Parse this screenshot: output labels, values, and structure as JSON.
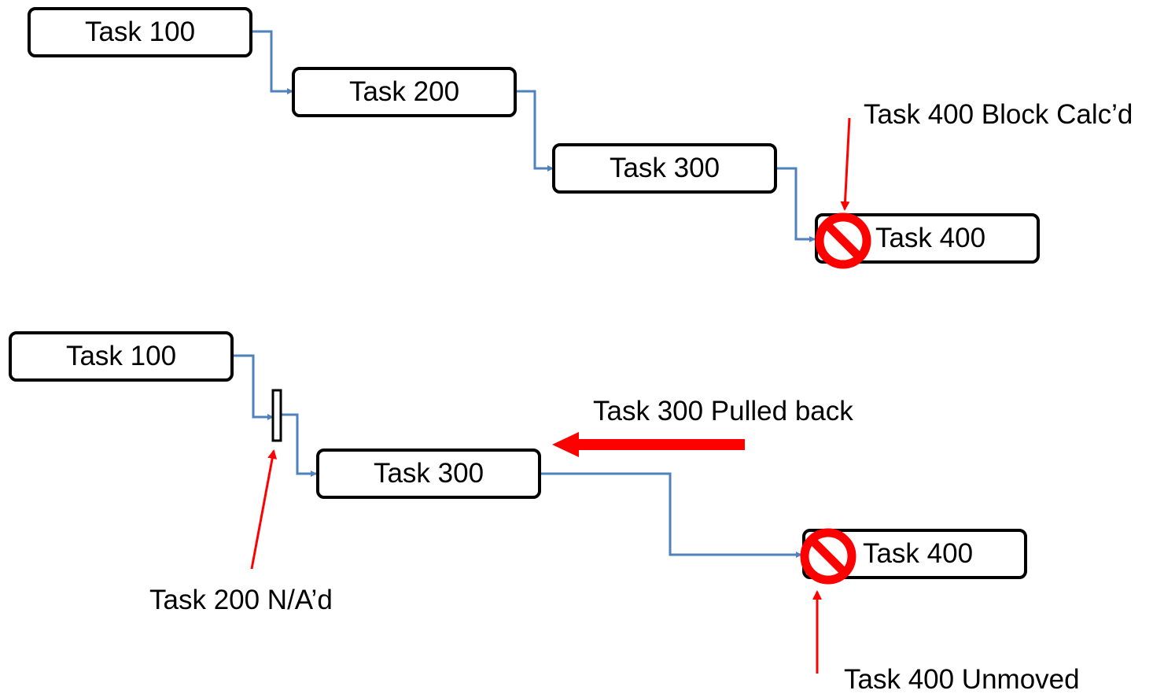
{
  "top_chain": {
    "task_100": "Task 100",
    "task_200": "Task 200",
    "task_300": "Task 300",
    "task_400": "Task 400",
    "callout_block": "Task 400 Block Calc’d"
  },
  "bottom_chain": {
    "task_100": "Task 100",
    "task_300": "Task 300",
    "task_400": "Task 400",
    "callout_na": "Task 200 N/A’d",
    "callout_pulled_back": "Task 300 Pulled back",
    "callout_unmoved": "Task 400 Unmoved"
  },
  "colors": {
    "connector": "#4f81bd",
    "callout_arrow": "#ff0000",
    "block_symbol": "#ff0000",
    "box_border": "#000000"
  },
  "icons": {
    "block": "no-entry-icon"
  }
}
